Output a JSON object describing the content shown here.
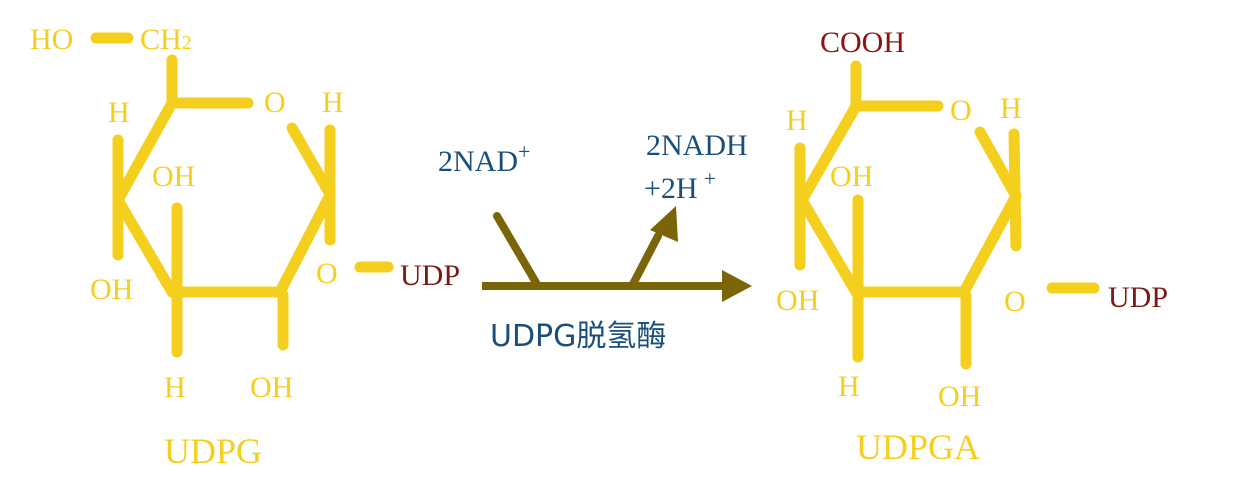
{
  "colors": {
    "structure": "#f5cf1e",
    "udp_label": "#7a1a12",
    "cooh_label": "#8b1212",
    "enzyme_text": "#1b4f7a",
    "arrow": "#7a6608"
  },
  "left": {
    "ho": "HO",
    "ch2": "CH",
    "ch2_sub": "2",
    "ring_o": "O",
    "h_top_right": "H",
    "h_left": "H",
    "oh_inner": "OH",
    "oh_left": "OH",
    "glyco_o": "O",
    "udp": "UDP",
    "h_bottom": "H",
    "oh_bottom": "OH",
    "name": "UDPG"
  },
  "reaction": {
    "nad": "2NAD",
    "nad_sup": "+",
    "nadh": "2NADH",
    "h_plus": "+2H",
    "h_plus_sup": "+",
    "enzyme": "UDPG脱氢酶"
  },
  "right": {
    "cooh": "COOH",
    "ring_o": "O",
    "h_top_right": "H",
    "h_left": "H",
    "oh_inner": "OH",
    "oh_left": "OH",
    "glyco_o": "O",
    "udp": "UDP",
    "h_bottom": "H",
    "oh_bottom": "OH",
    "name": "UDPGA"
  }
}
